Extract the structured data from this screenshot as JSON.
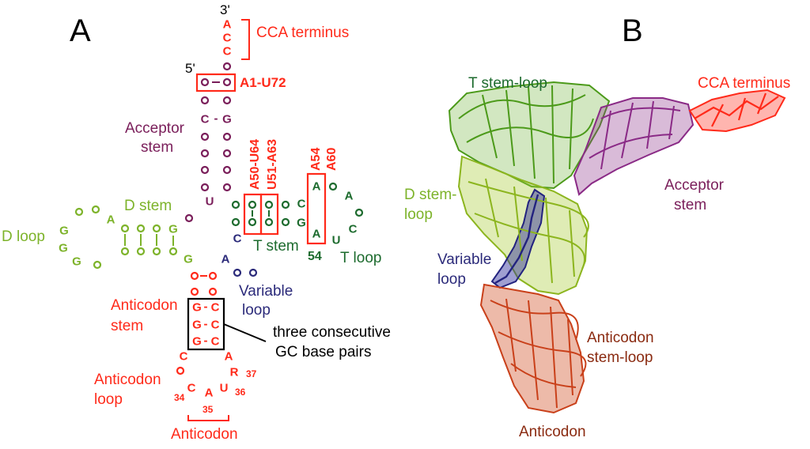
{
  "colors": {
    "red": "#ff2a1a",
    "purple": "#7a1e5a",
    "green_dark": "#1d6b2e",
    "green_light": "#7db32a",
    "navy": "#2b2a7a",
    "black": "#000000",
    "brown": "#8a2a10"
  },
  "panel_a": {
    "letter": "A",
    "labels": {
      "three_prime": "3'",
      "five_prime": "5'",
      "cca_terminus": "CCA terminus",
      "a1_u72": "A1-U72",
      "acceptor_stem_1": "Acceptor",
      "acceptor_stem_2": "stem",
      "a50_u64": "A50-U64",
      "u51_a63": "U51-A63",
      "a54": "A54",
      "a60": "A60",
      "d_stem": "D stem",
      "d_loop": "D loop",
      "t_stem": "T stem",
      "t_loop": "T loop",
      "num_54": "54",
      "variable_loop_1": "Variable",
      "variable_loop_2": "loop",
      "anticodon_stem_1": "Anticodon",
      "anticodon_stem_2": "stem",
      "anticodon_loop_1": "Anticodon",
      "anticodon_loop_2": "loop",
      "anticodon": "Anticodon",
      "gc_note_1": "three consecutive",
      "gc_note_2": "GC base pairs",
      "num_34": "34",
      "num_35": "35",
      "num_36": "36",
      "num_37": "37"
    },
    "nucleotides": {
      "cca_a1": "A",
      "cca_c1": "C",
      "cca_c2": "C",
      "acc_c": "C",
      "acc_g": "G",
      "u_junction": "U",
      "d_a": "A",
      "d_g1": "G",
      "d_g2": "G",
      "d_g3": "G",
      "d_g4": "G",
      "t_c": "C",
      "t_g": "G",
      "t_a_top": "A",
      "t_a_bottom": "A",
      "t_a_loop": "A",
      "t_c_loop": "C",
      "t_u_loop": "U",
      "var_c": "C",
      "var_a": "A",
      "ac_g1": "G",
      "ac_c1": "C",
      "ac_g2": "G",
      "ac_c2": "C",
      "ac_g3": "G",
      "ac_c3": "C",
      "loop_c1": "C",
      "loop_r": "R",
      "loop_c2": "C",
      "loop_a": "A",
      "loop_u": "U"
    },
    "pair_dash": "-"
  },
  "panel_b": {
    "letter": "B",
    "labels": {
      "t_stem_loop": "T stem-loop",
      "cca_terminus": "CCA terminus",
      "d_stem_loop_1": "D stem-",
      "d_stem_loop_2": "loop",
      "acceptor_stem_1": "Acceptor",
      "acceptor_stem_2": "stem",
      "variable_loop_1": "Variable",
      "variable_loop_2": "loop",
      "anticodon_stem_loop_1": "Anticodon",
      "anticodon_stem_loop_2": "stem-loop",
      "anticodon": "Anticodon"
    }
  }
}
